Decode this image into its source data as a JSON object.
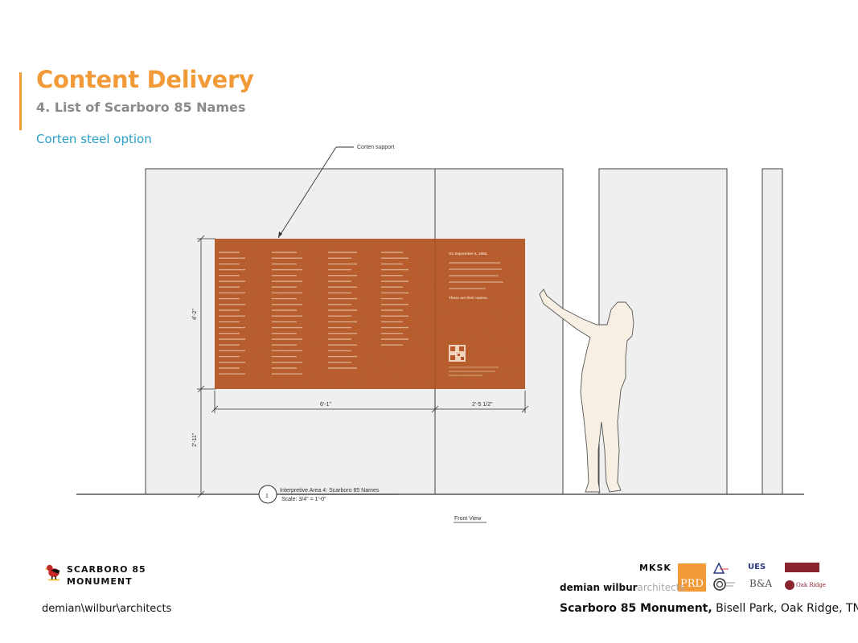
{
  "header": {
    "title": "Content Delivery",
    "subtitle": "4. List of Scarboro 85 Names",
    "option_label": "Corten steel option"
  },
  "drawing": {
    "callout": "Corten support",
    "dim_height_panel": "4'-2\"",
    "dim_height_base": "2'-11\"",
    "dim_width_left": "6'-1\"",
    "dim_width_right": "2'-5 1/2\"",
    "view_number": "1",
    "view_title": "Interpretive Area 4: Scarboro 85 Names",
    "view_scale": "Scale: 3/4\" = 1'-0\"",
    "view_label": "Front View",
    "panel_heading": "On September 6, 1955,",
    "panel_closing": "These are their names."
  },
  "footer": {
    "logo_line1": "SCARBORO 85",
    "logo_line2": "MONUMENT",
    "firm": "demian\\wilbur\\architects",
    "project_bold": "Scarboro 85 Monument,",
    "project_rest": " Bisell Park, Oak Ridge, TN",
    "mksk": "MKSK",
    "prd": "PRD",
    "dw_bold": "demian wilbur",
    "dw_light": "architects",
    "ues": "UES",
    "bxa": "B&A",
    "oak_ridge": "Oak Ridge"
  },
  "colors": {
    "accent": "#f29a38",
    "corten": "#b8582a",
    "link": "#2a9ec9"
  }
}
